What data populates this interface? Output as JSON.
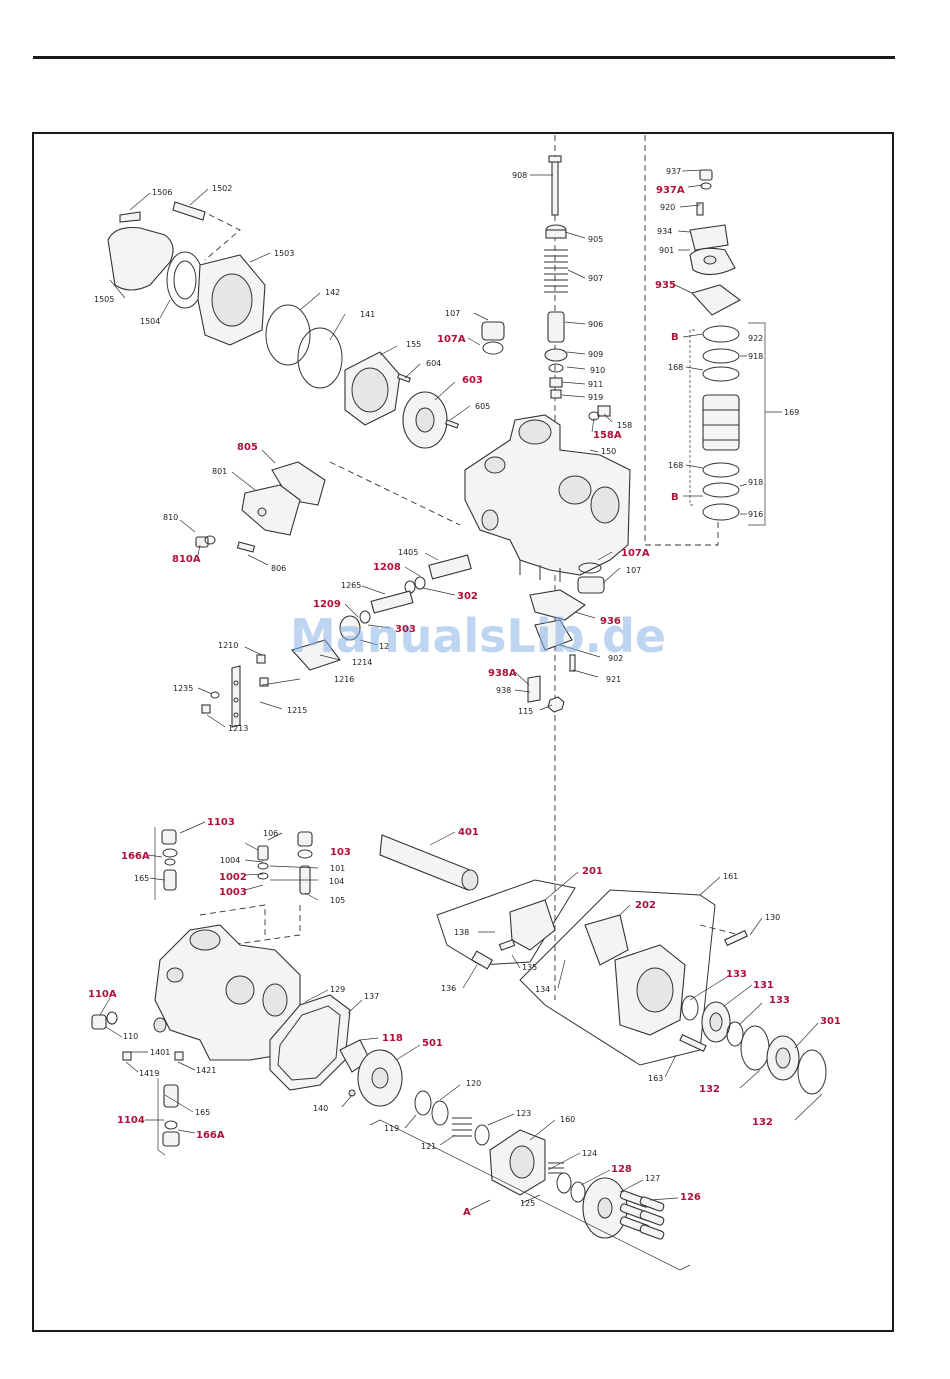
{
  "watermark": "ManualsLib.de",
  "colors": {
    "highlight_label": "#b0103a",
    "line": "#333333",
    "watermark": "#8ab4e6"
  },
  "labels": {
    "l1506": "1506",
    "l1502": "1502",
    "l1503": "1503",
    "l1505": "1505",
    "l1504": "1504",
    "l142": "142",
    "l141": "141",
    "l155": "155",
    "l604": "604",
    "l603": "603",
    "l605": "605",
    "l107a": "107",
    "l107A_a": "107A",
    "l908": "908",
    "l905": "905",
    "l907": "907",
    "l906": "906",
    "l909": "909",
    "l910": "910",
    "l911": "911",
    "l919": "919",
    "l158": "158",
    "l158A": "158A",
    "l150": "150",
    "l805": "805",
    "l801": "801",
    "l810": "810",
    "l810A": "810A",
    "l806": "806",
    "l1405": "1405",
    "l1208": "1208",
    "l302": "302",
    "l1265": "1265",
    "l1209": "1209",
    "l303": "303",
    "l12": "12",
    "l1214": "1214",
    "l1210": "1210",
    "l1216": "1216",
    "l1235": "1235",
    "l1215": "1215",
    "l1213": "1213",
    "l107A_b": "107A",
    "l107b": "107",
    "l936": "936",
    "l902": "902",
    "l921": "921",
    "l938A": "938A",
    "l938": "938",
    "l115": "115",
    "l937": "937",
    "l937A": "937A",
    "l920": "920",
    "l934": "934",
    "l901": "901",
    "l935": "935",
    "lB1": "B",
    "l922": "922",
    "l918a": "918",
    "l168a": "168",
    "l169": "169",
    "l168b": "168",
    "l918b": "918",
    "lB2": "B",
    "l916": "916",
    "l1103": "1103",
    "l166A_a": "166A",
    "l165a": "165",
    "l106": "106",
    "l103": "103",
    "l1004": "1004",
    "l101": "101",
    "l1002": "1002",
    "l104": "104",
    "l1003": "1003",
    "l105": "105",
    "l401": "401",
    "l201": "201",
    "l161": "161",
    "l202": "202",
    "l130": "130",
    "l138": "138",
    "l135": "135",
    "l136": "136",
    "l134": "134",
    "l110A": "110A",
    "l110": "110",
    "l129": "129",
    "l137": "137",
    "l118": "118",
    "l501": "501",
    "l1401": "1401",
    "l1421": "1421",
    "l1419": "1419",
    "l133a": "133",
    "l131": "131",
    "l133b": "133",
    "l301": "301",
    "l163": "163",
    "l132a": "132",
    "l132b": "132",
    "l140": "140",
    "l120": "120",
    "l1104": "1104",
    "l165b": "165",
    "l166A_b": "166A",
    "l119": "119",
    "l123": "123",
    "l160": "160",
    "l121": "121",
    "l124": "124",
    "l128": "128",
    "l127": "127",
    "l126": "126",
    "l125": "125",
    "lA": "A"
  }
}
